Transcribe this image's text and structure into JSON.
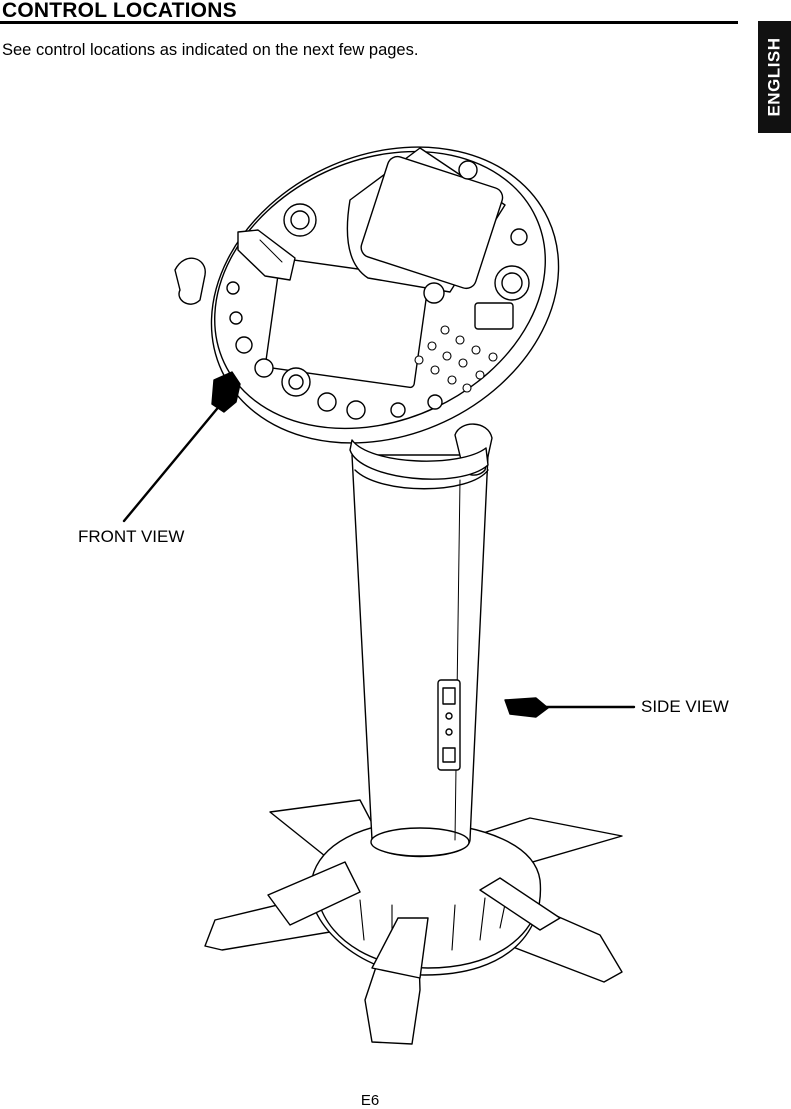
{
  "header": {
    "title": "CONTROL LOCATIONS",
    "intro": "See control locations as indicated on the next few pages."
  },
  "side_tab": {
    "label": "ENGLISH"
  },
  "illustration": {
    "front_label": "FRONT VIEW",
    "side_label": "SIDE VIEW"
  },
  "footer": {
    "page_number": "E6"
  }
}
